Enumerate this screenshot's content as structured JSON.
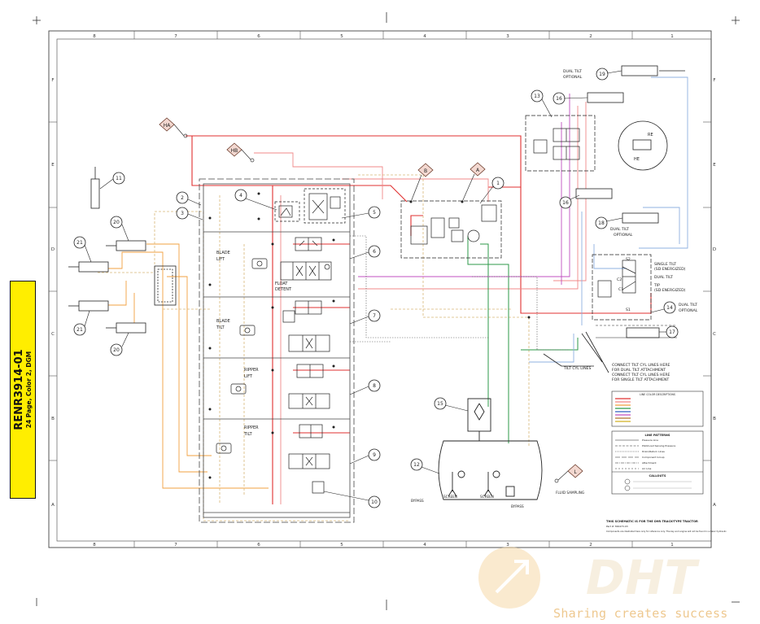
{
  "side_tag": {
    "doc_number": "RENR3914-01",
    "subtitle": "24 Page, Color 2, DGM"
  },
  "grid": {
    "columns": [
      "8",
      "7",
      "6",
      "5",
      "4",
      "3",
      "2",
      "1"
    ],
    "rows": [
      "F",
      "E",
      "D",
      "C",
      "B",
      "A"
    ]
  },
  "callouts": [
    "1",
    "2",
    "3",
    "4",
    "5",
    "6",
    "7",
    "8",
    "9",
    "10",
    "11",
    "12",
    "13",
    "14",
    "15",
    "16",
    "16",
    "17",
    "18",
    "19",
    "20",
    "20",
    "21",
    "21"
  ],
  "ports": {
    "ha": "HA",
    "hb": "HB",
    "a": "A",
    "b": "B",
    "l": "L"
  },
  "labels": {
    "blade_lift": [
      "BLADE",
      "LIFT"
    ],
    "float_detent": [
      "FLOAT",
      "DETENT"
    ],
    "blade_tilt": [
      "BLADE",
      "TILT"
    ],
    "ripper_lift": [
      "RIPPER",
      "LIFT"
    ],
    "ripper_tilt": [
      "RIPPER",
      "TILT"
    ],
    "dual_tilt_optional_top": [
      "DUAL TILT",
      "OPTIONAL"
    ],
    "dual_tilt_optional_bottom": [
      "DUAL TILT",
      "OPTIONAL"
    ],
    "dual_tilt_optional_right": [
      "DUAL TILT",
      "OPTIONAL"
    ],
    "re": "RE",
    "he": "HE",
    "single_tilt": [
      "SINGLE TILT",
      "(SD ENERGIZED)"
    ],
    "dual_tilt": "DUAL TILT",
    "tip": [
      "TIP",
      "(SD ENERGIZED)"
    ],
    "c2": "C2",
    "c1": "C1",
    "s2": "S2",
    "s1": "S1",
    "tilt_cyl_lines": "TILT CYL LINES",
    "connect_note": [
      "CONNECT TILT CYL LINES HERE",
      "FOR DUAL TILT ATTACHMENT",
      "CONNECT TILT CYL LINES HERE",
      "FOR SINGLE TILT ATTACHMENT"
    ],
    "bypass_left": "BYPASS",
    "bypass_right": "BYPASS",
    "screen_left": "SCREEN",
    "screen_right": "SCREEN",
    "fluid_sampling": "FLUID SAMPLING"
  },
  "color_legend_title": "LINE COLOR DESCRIPTIONS",
  "color_legend": [
    {
      "color": "#e03030"
    },
    {
      "color": "#f08888"
    },
    {
      "color": "#f2a040"
    },
    {
      "color": "#2e9a4a"
    },
    {
      "color": "#3060c0"
    },
    {
      "color": "#c050c0"
    },
    {
      "color": "#b07030"
    },
    {
      "color": "#d0b020"
    }
  ],
  "line_legend": {
    "title": "LINE PATTERNS",
    "rows": [
      "Pressure Line",
      "Pilot/Load Sensing Pressure",
      "Drain/Return Lines",
      "Component Group",
      "Attachment",
      "Air Line"
    ],
    "callout_title": "CALLOUTS"
  },
  "note": [
    "THIS SCHEMATIC IS FOR THE D9R TRACK-TYPE TRACTOR",
    "Part # 766473-03",
    "Components are illustrated here only for reference only. The key and engine will not be found in a basic hydraulic."
  ],
  "watermark": {
    "text": "Sharing creates success",
    "logo": "DHT"
  },
  "colors": {
    "pressure": "#e03030",
    "pilot": "#f08888",
    "drain": "#f2a040",
    "green": "#2e9a4a",
    "blue": "#3060c0",
    "light_blue": "#8fb0e0",
    "purple": "#c050c0",
    "tan": "#d8b878",
    "black": "#222222",
    "tag_yellow": "#ffee00",
    "watermark": "#e9b66a"
  }
}
